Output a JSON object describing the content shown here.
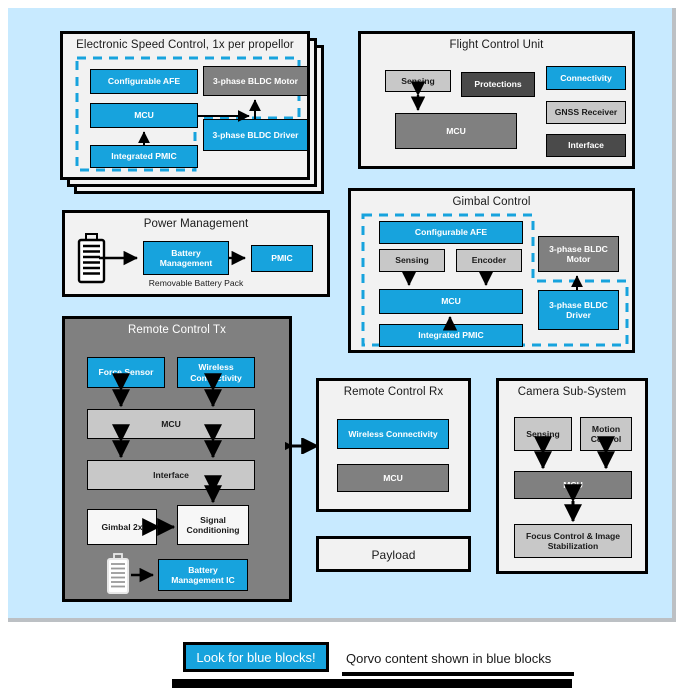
{
  "stage": {
    "background": "#c8eaff",
    "accent": "#17a3dd"
  },
  "panels": {
    "esc": {
      "title": "Electronic Speed Control, 1x per propellor",
      "blocks": {
        "afe": "Configurable AFE",
        "mcu": "MCU",
        "pmic": "Integrated PMIC",
        "motor": "3-phase BLDC Motor",
        "driver": "3-phase BLDC Driver"
      }
    },
    "fcu": {
      "title": "Flight Control Unit",
      "blocks": {
        "sensing": "Sensing",
        "protections": "Protections",
        "connectivity": "Connectivity",
        "mcu": "MCU",
        "gnss": "GNSS Receiver",
        "interface": "Interface"
      }
    },
    "power": {
      "title": "Power Management",
      "caption": "Removable Battery Pack",
      "blocks": {
        "battery_management": "Battery Management",
        "pmic": "PMIC"
      }
    },
    "gimbal": {
      "title": "Gimbal Control",
      "blocks": {
        "afe": "Configurable AFE",
        "sensing": "Sensing",
        "encoder": "Encoder",
        "mcu": "MCU",
        "pmic": "Integrated PMIC",
        "motor": "3-phase BLDC Motor",
        "driver": "3-phase BLDC Driver"
      }
    },
    "rc_tx": {
      "title": "Remote Control Tx",
      "blocks": {
        "force_sensor": "Force Sensor",
        "wireless": "Wireless Connectivity",
        "mcu": "MCU",
        "interface": "Interface",
        "gimbal2x": "Gimbal 2x",
        "signal_conditioning": "Signal Conditioning",
        "battery_mgmt_ic": "Battery Management IC"
      }
    },
    "rc_rx": {
      "title": "Remote Control Rx",
      "blocks": {
        "wireless": "Wireless Connectivity",
        "mcu": "MCU"
      }
    },
    "payload": {
      "title": "Payload"
    },
    "camera": {
      "title": "Camera Sub-System",
      "blocks": {
        "sensing": "Sensing",
        "motion_control": "Motion Control",
        "mcu": "MCU",
        "focus": "Focus Control & Image Stabilization"
      }
    }
  },
  "legend": {
    "chip_label": "Look for blue blocks!",
    "note": "Qorvo content shown in blue blocks"
  }
}
